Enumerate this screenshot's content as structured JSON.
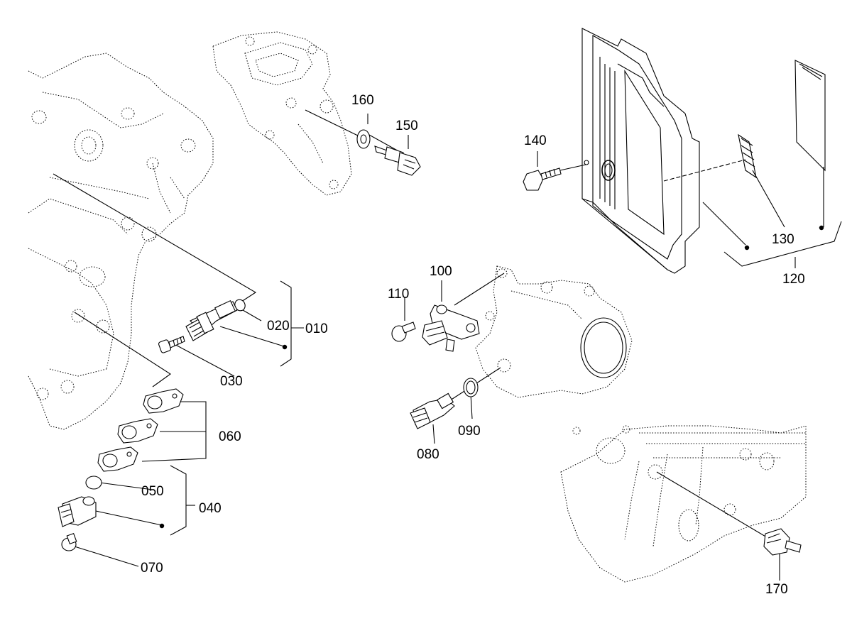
{
  "callouts": {
    "c010": "010",
    "c020": "020",
    "c030": "030",
    "c040": "040",
    "c050": "050",
    "c060": "060",
    "c070": "070",
    "c080": "080",
    "c090": "090",
    "c100": "100",
    "c110": "110",
    "c120": "120",
    "c130": "130",
    "c140": "140",
    "c150": "150",
    "c160": "160",
    "c170": "170"
  }
}
